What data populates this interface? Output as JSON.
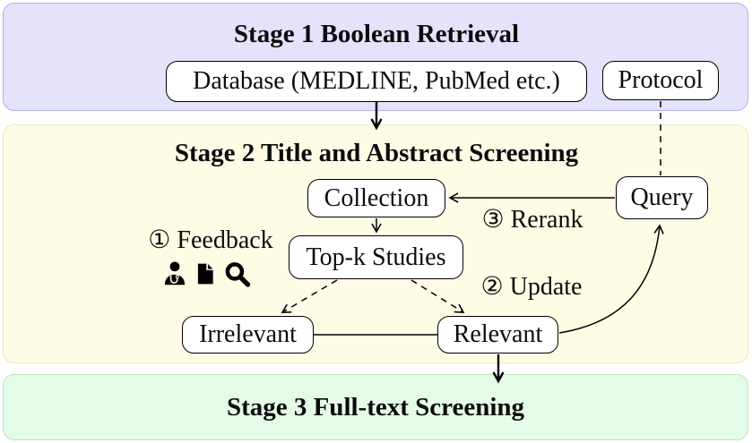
{
  "figure": {
    "stage1": {
      "title": "Stage 1 Boolean Retrieval",
      "fill": "#e4e3fb",
      "border": "#b3b0e8"
    },
    "stage2": {
      "title": "Stage 2 Title and Abstract Screening",
      "fill": "#fffce6",
      "border": "#ece6c4"
    },
    "stage3": {
      "title": "Stage 3 Full-text Screening",
      "fill": "#e4fce7",
      "border": "#b9e8be"
    },
    "nodes": {
      "database": "Database (MEDLINE, PubMed etc.)",
      "protocol": "Protocol",
      "collection": "Collection",
      "query": "Query",
      "topk": "Top-k Studies",
      "irrelevant": "Irrelevant",
      "relevant": "Relevant"
    },
    "labels": {
      "feedback": "① Feedback",
      "update": "② Update",
      "rerank": "③ Rerank"
    },
    "icons": [
      "doctor-icon",
      "document-icon",
      "search-icon"
    ],
    "colors": {
      "line": "#000000",
      "node_fill": "#ffffff",
      "text": "#0c0c0c"
    }
  }
}
